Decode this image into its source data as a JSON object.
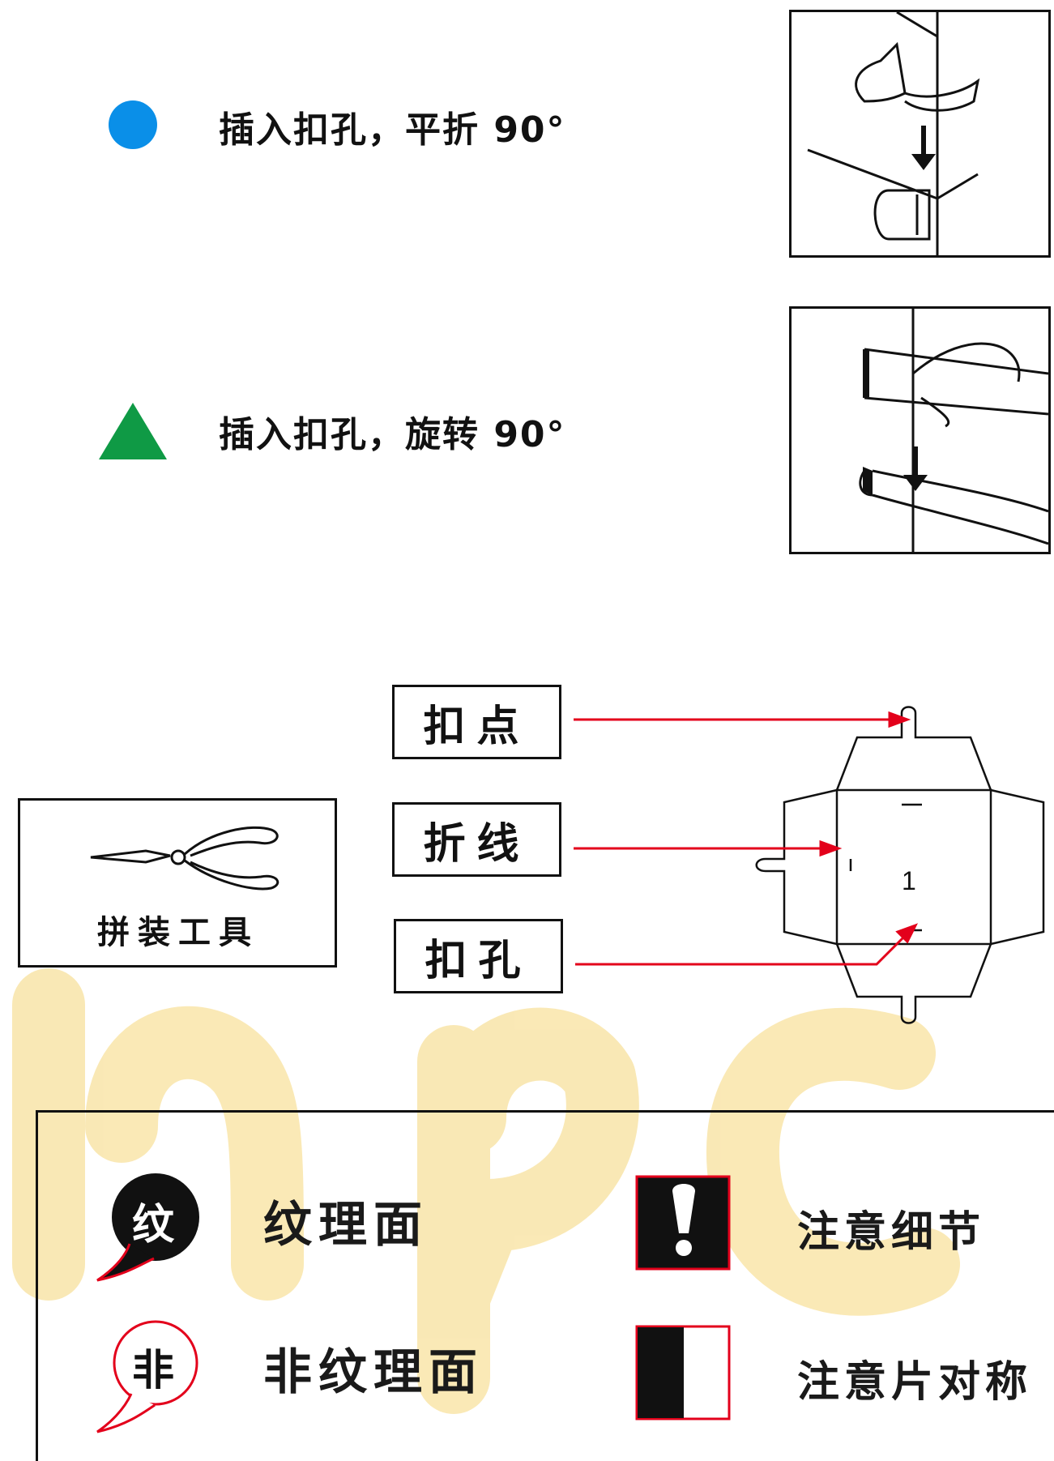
{
  "legend": {
    "flat_fold": {
      "marker": "blue-circle",
      "text": "插入扣孔，平折 90°",
      "color": "#0a8fe8"
    },
    "rotate": {
      "marker": "green-triangle",
      "text": "插入扣孔，旋转 90°",
      "color": "#0f9a45"
    }
  },
  "tool": {
    "label": "拼装工具",
    "icon": "pliers-icon"
  },
  "callouts": {
    "tab": "扣点",
    "fold_line": "折线",
    "slot": "扣孔"
  },
  "template_number": "1",
  "arrow_color": "#e3001b",
  "key": {
    "textured": {
      "badge": "纹",
      "label": "纹理面"
    },
    "non_textured": {
      "badge": "非",
      "label": "非纹理面"
    },
    "detail": {
      "label": "注意细节"
    },
    "symmetry": {
      "label": "注意片对称"
    }
  },
  "watermark_color": "#f5d77a"
}
